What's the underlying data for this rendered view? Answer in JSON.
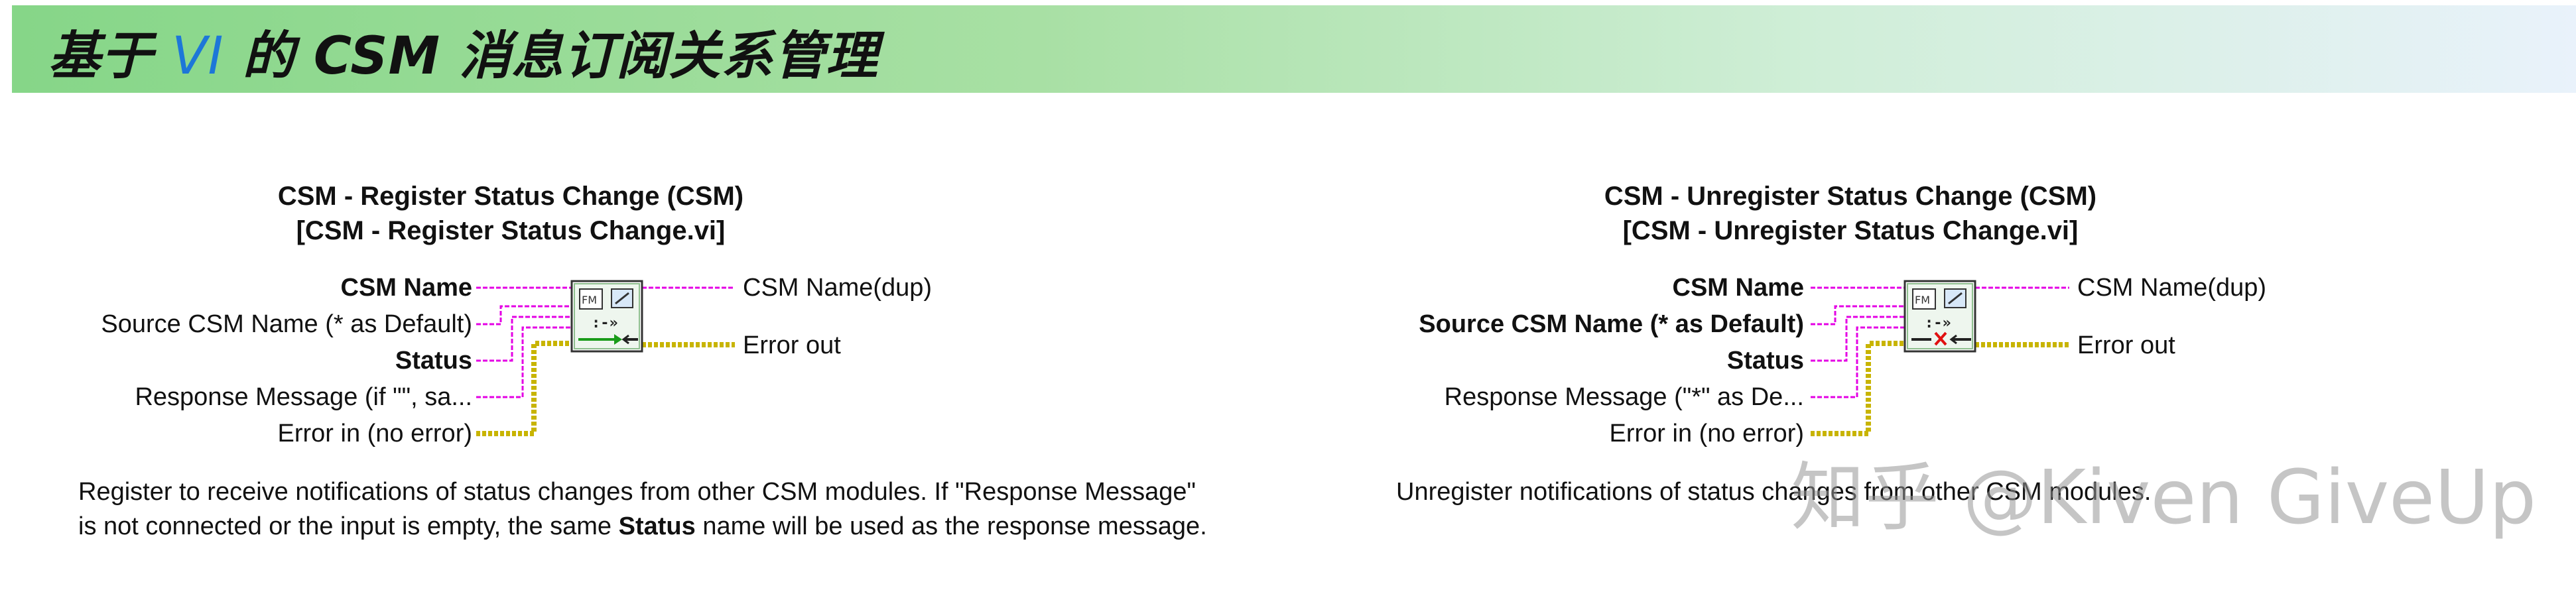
{
  "header": {
    "title_prefix": "基于 ",
    "title_accent": "VI",
    "title_suffix": " 的 CSM 消息订阅关系管理"
  },
  "left_vi": {
    "title_line1": "CSM - Register Status Change (CSM)",
    "title_line2": "[CSM - Register Status Change.vi]",
    "inputs": {
      "csm_name": "CSM Name",
      "source_csm_name": "Source CSM Name (* as Default)",
      "status": "Status",
      "response_message": "Response Message (if \"\", sa...",
      "error_in": "Error in (no error)"
    },
    "outputs": {
      "csm_name_dup": "CSM Name(dup)",
      "error_out": "Error out"
    },
    "description_part1": "Register to receive notifications of status changes from other CSM modules. If \"Response Message\" is not connected or the input is empty, the same ",
    "description_bold": "Status",
    "description_part2": " name will be used as the response message."
  },
  "right_vi": {
    "title_line1": "CSM - Unregister Status Change (CSM)",
    "title_line2": "[CSM - Unregister Status Change.vi]",
    "inputs": {
      "csm_name": "CSM Name",
      "source_csm_name": "Source CSM Name (* as Default)",
      "status": "Status",
      "response_message": "Response Message (\"*\" as De...",
      "error_in": "Error in (no error)"
    },
    "outputs": {
      "csm_name_dup": "CSM Name(dup)",
      "error_out": "Error out"
    },
    "description": "Unregister notifications of status changes from other CSM modules."
  },
  "icon_glyph": "FM",
  "watermark": "知乎 @Kiven GiveUp",
  "colors": {
    "string_wire": "#e400e4",
    "error_wire": "#c8b400",
    "register_arrow": "#1a9c1a",
    "unregister_x": "#e01010",
    "title_accent": "#1d77d8"
  }
}
